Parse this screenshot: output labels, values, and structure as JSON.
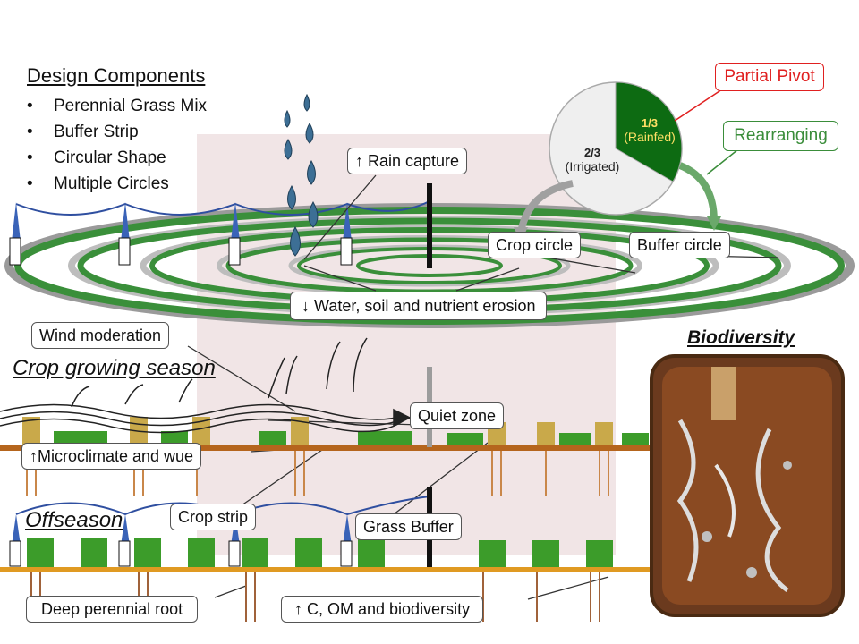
{
  "design_components": {
    "title": "Design Components",
    "items": [
      "Perennial Grass Mix",
      "Buffer Strip",
      "Circular Shape",
      "Multiple Circles"
    ]
  },
  "pie": {
    "rainfed_fraction": "1/3",
    "rainfed_label": "(Rainfed)",
    "irrigated_fraction": "2/3",
    "irrigated_label": "(Irrigated)",
    "rainfed_color": "#0d6b12",
    "irrigated_color": "#efefef"
  },
  "callouts": {
    "partial_pivot": "Partial Pivot",
    "rearranging": "Rearranging",
    "rain_capture": "↑ Rain capture",
    "crop_circle": "Crop circle",
    "buffer_circle": "Buffer  circle",
    "erosion": "↓ Water, soil and nutrient erosion",
    "wind": "Wind moderation",
    "quiet_zone": "Quiet zone",
    "microclimate": "↑Microclimate and wue",
    "crop_strip": "Crop strip",
    "grass_buffer": "Grass Buffer",
    "deep_root": "Deep perennial root",
    "carbon": "↑ C, OM and biodiversity"
  },
  "sections": {
    "growing": "Crop growing season",
    "offseason": "Offseason",
    "biodiversity": "Biodiversity"
  },
  "colors": {
    "green_ring": "#3a8f3a",
    "soil": "#b5651d",
    "grass": "#3c9c2a",
    "crop": "#c9a94a",
    "pivot_line": "#2f4fa0",
    "watermark": "#ecd9db"
  },
  "icons": [
    "water-drop-icon",
    "wind-arrow-icon",
    "pivot-tower-icon",
    "soil-profile-icon"
  ]
}
